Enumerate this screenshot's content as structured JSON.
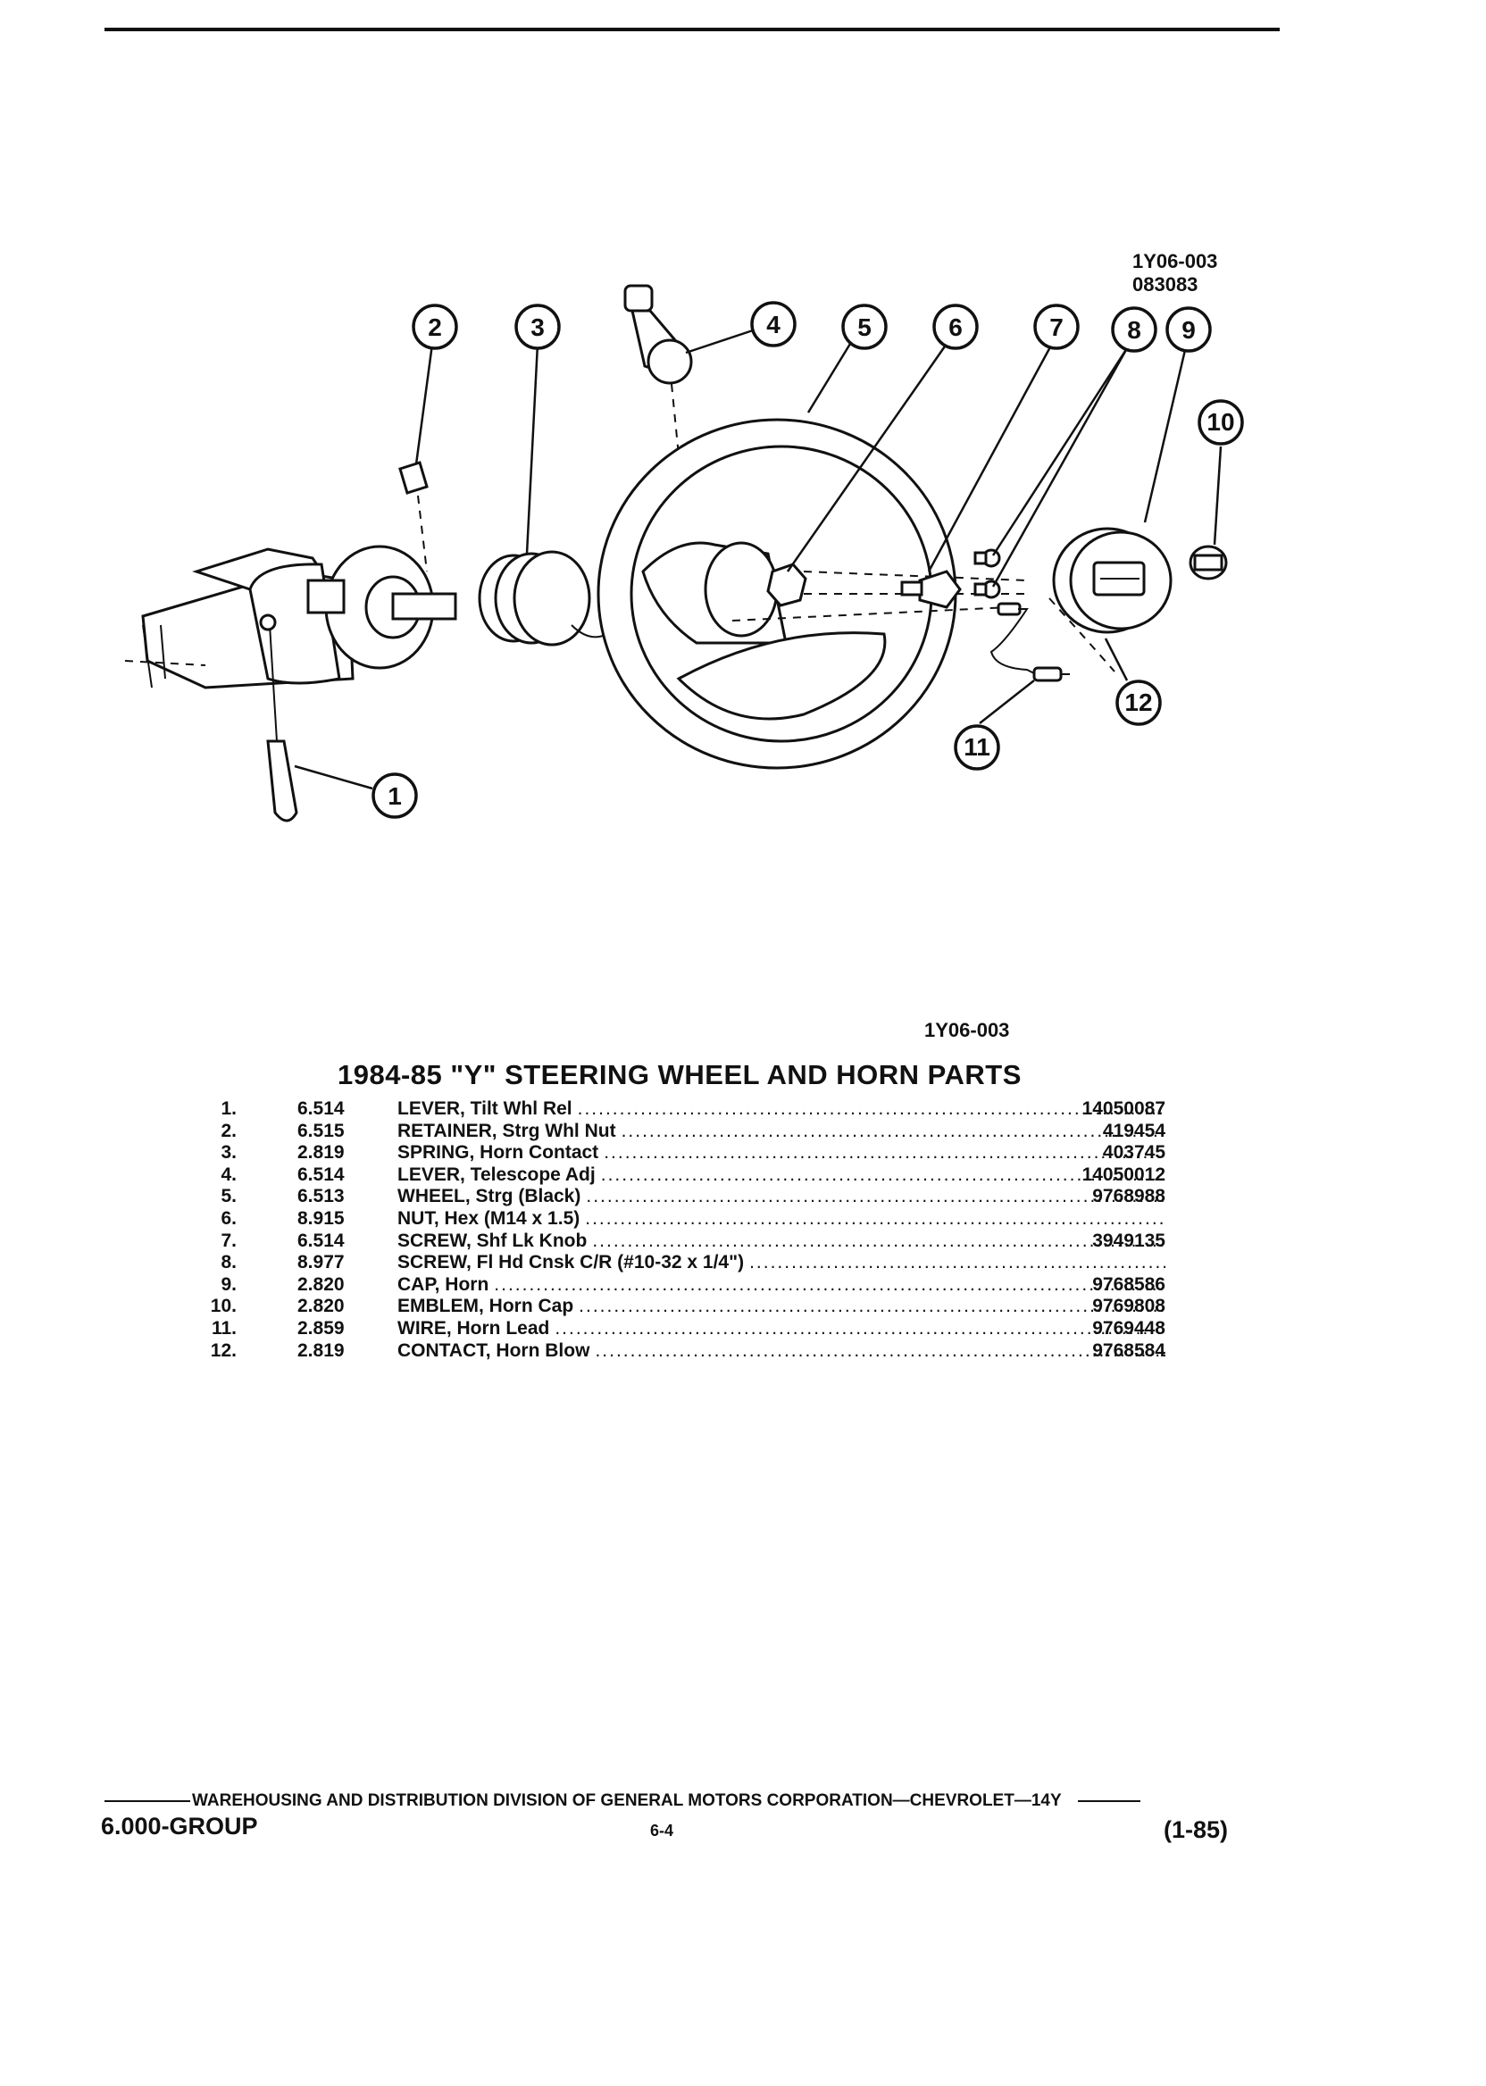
{
  "diagram": {
    "id_lines": [
      "1Y06-003",
      "083083"
    ],
    "callouts": [
      "1",
      "2",
      "3",
      "4",
      "5",
      "6",
      "7",
      "8",
      "9",
      "10",
      "11",
      "12"
    ]
  },
  "figure_code": "1Y06-003",
  "section_title": "1984-85 \"Y\" STEERING WHEEL AND HORN PARTS",
  "parts": [
    {
      "no": "1.",
      "group": "6.514",
      "desc": "LEVER, Tilt Whl Rel",
      "part": "14050087"
    },
    {
      "no": "2.",
      "group": "6.515",
      "desc": "RETAINER, Strg Whl Nut",
      "part": "419454"
    },
    {
      "no": "3.",
      "group": "2.819",
      "desc": "SPRING, Horn Contact",
      "part": "403745"
    },
    {
      "no": "4.",
      "group": "6.514",
      "desc": "LEVER, Telescope Adj",
      "part": "14050012"
    },
    {
      "no": "5.",
      "group": "6.513",
      "desc": "WHEEL, Strg (Black)",
      "part": "9768988"
    },
    {
      "no": "6.",
      "group": "8.915",
      "desc": "NUT, Hex (M14 x 1.5)",
      "part": ""
    },
    {
      "no": "7.",
      "group": "6.514",
      "desc": "SCREW, Shf Lk Knob",
      "part": "3949135"
    },
    {
      "no": "8.",
      "group": "8.977",
      "desc": "SCREW, Fl Hd Cnsk C/R (#10-32 x 1/4\")",
      "part": ""
    },
    {
      "no": "9.",
      "group": "2.820",
      "desc": "CAP, Horn",
      "part": "9768586"
    },
    {
      "no": "10.",
      "group": "2.820",
      "desc": "EMBLEM, Horn Cap",
      "part": "9769808"
    },
    {
      "no": "11.",
      "group": "2.859",
      "desc": "WIRE, Horn Lead",
      "part": "9769448"
    },
    {
      "no": "12.",
      "group": "2.819",
      "desc": "CONTACT, Horn Blow",
      "part": "9768584"
    }
  ],
  "footer": {
    "division": "WAREHOUSING AND DISTRIBUTION DIVISION OF GENERAL MOTORS CORPORATION—CHEVROLET—14Y",
    "group": "6.000-GROUP",
    "page": "6-4",
    "date": "(1-85)"
  }
}
